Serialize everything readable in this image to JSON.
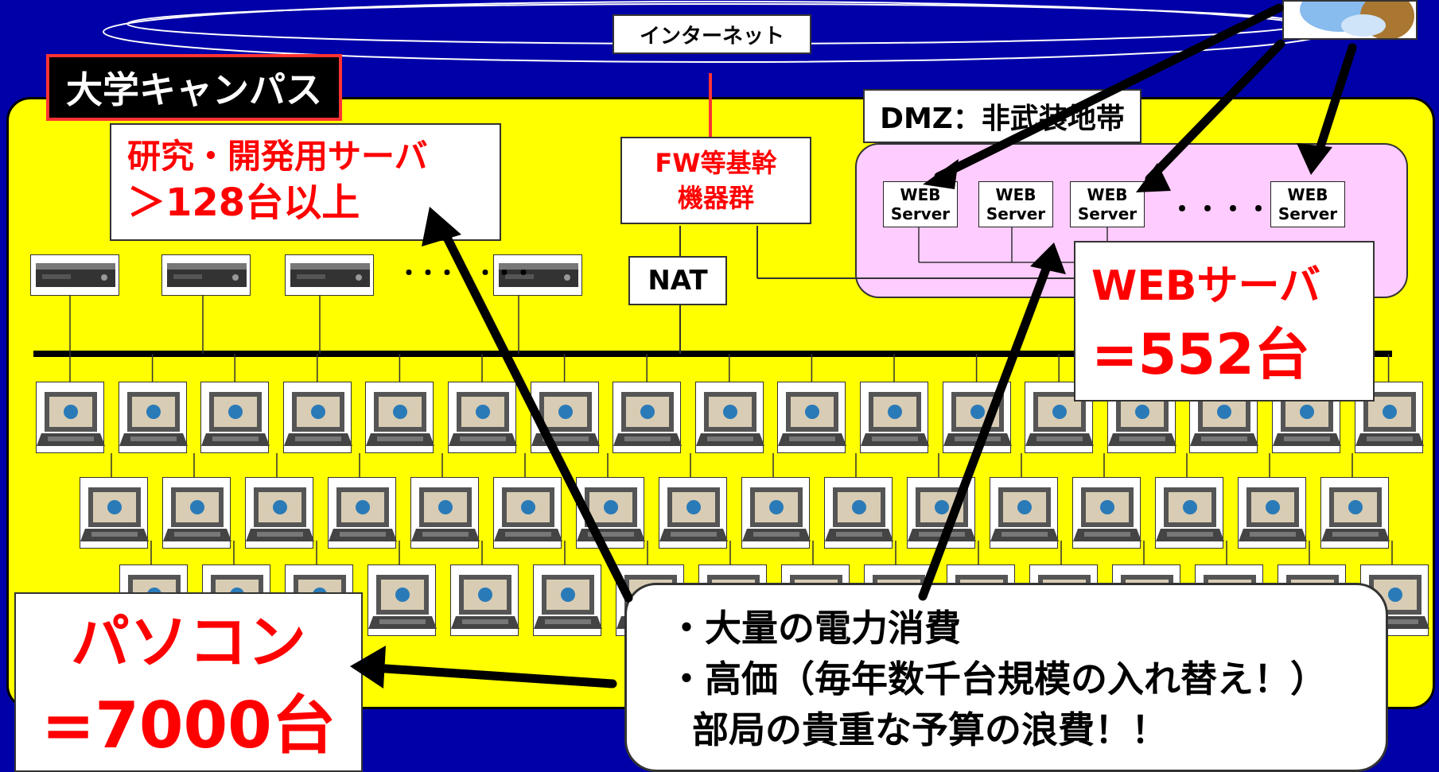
{
  "colors": {
    "background": "#0000a8",
    "campus": "#ffff00",
    "dmz": "#ffccff",
    "accent": "#ff0000",
    "text": "#000000"
  },
  "internet_label": "インターネット",
  "campus_label": "大学キャンパス",
  "research_servers": {
    "line1": "研究・開発用サーバ",
    "line2": "＞128台以上",
    "ellipsis": "・・・・・・・"
  },
  "fw_label": {
    "line1": "FW等基幹",
    "line2": "機器群"
  },
  "nat_label": "NAT",
  "dmz_label": "DMZ：非武装地帯",
  "web_servers": [
    {
      "line1": "WEB",
      "line2": "Server"
    },
    {
      "line1": "WEB",
      "line2": "Server"
    },
    {
      "line1": "WEB",
      "line2": "Server"
    },
    {
      "line1": "WEB",
      "line2": "Server"
    }
  ],
  "web_ellipsis": "・・・・・",
  "web_count": {
    "line1": "WEBサーバ",
    "line2": "=552台"
  },
  "pc_count": {
    "line1": "パソコン",
    "line2": "=7000台"
  },
  "issues": {
    "line1": "・大量の電力消費",
    "line2": "・高価（毎年数千台規模の入れ替え！）",
    "line3": "部局の貴重な予算の浪費！！"
  },
  "icons": [
    "rack-server-icon",
    "laptop-icon",
    "cloud-user-icon"
  ]
}
